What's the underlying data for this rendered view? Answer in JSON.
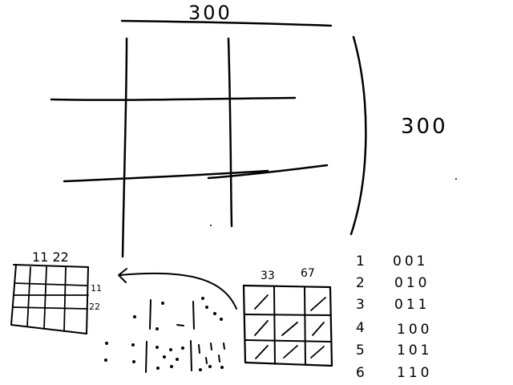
{
  "top_dimension_label": "300",
  "side_dimension_label": "300",
  "small_grid_label": "11 22",
  "small_grid_side_labels": [
    "11",
    "22"
  ],
  "pattern_grid_col_labels": [
    "33",
    "67"
  ],
  "binary_table": [
    {
      "index": "1",
      "code": "001"
    },
    {
      "index": "2",
      "code": "010"
    },
    {
      "index": "3",
      "code": "011"
    },
    {
      "index": "4",
      "code": "100"
    },
    {
      "index": "5",
      "code": "101"
    },
    {
      "index": "6",
      "code": "110"
    }
  ]
}
